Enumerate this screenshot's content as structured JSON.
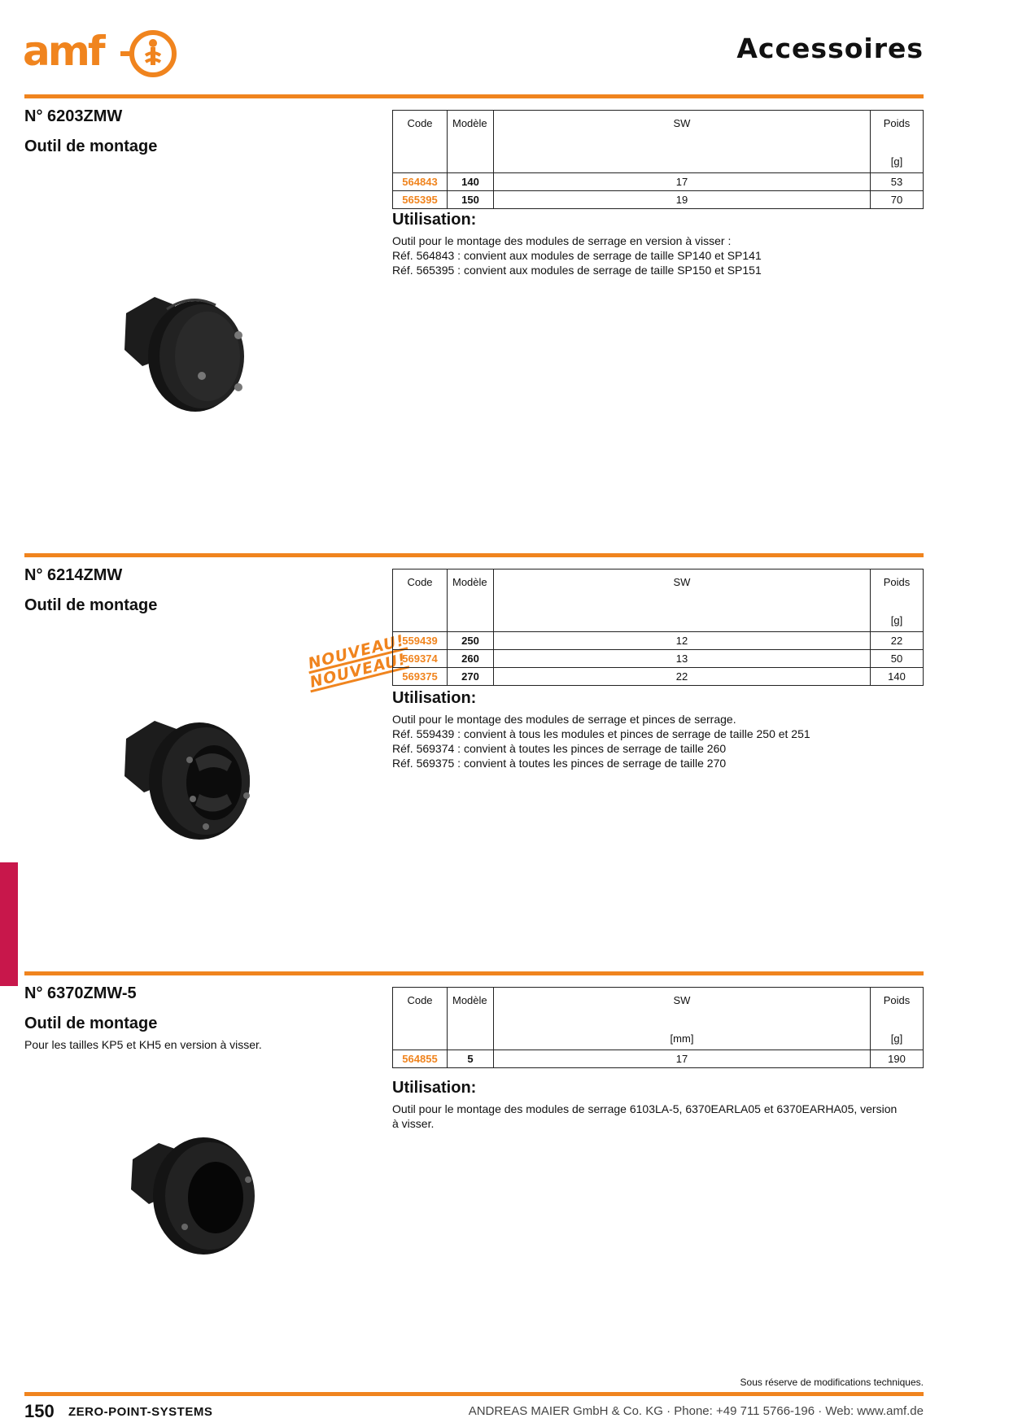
{
  "brand": {
    "name": "amf",
    "color": "#f0841e"
  },
  "page_title": "Accessoires",
  "sections": [
    {
      "number": "N° 6203ZMW",
      "name": "Outil de montage",
      "table": {
        "headers": {
          "code": "Code",
          "model": "Modèle",
          "sw": "SW",
          "sw_unit": "",
          "weight": "Poids",
          "weight_unit": "[g]"
        },
        "rows": [
          {
            "code": "564843",
            "model": "140",
            "sw": "17",
            "weight": "53"
          },
          {
            "code": "565395",
            "model": "150",
            "sw": "19",
            "weight": "70"
          }
        ]
      },
      "utilisation_title": "Utilisation:",
      "utilisation_lines": [
        "Outil pour le montage des modules de serrage en version à visser :",
        "Réf. 564843 : convient aux modules de serrage de taille SP140 et SP141",
        "Réf. 565395 : convient aux modules de serrage de taille SP150 et SP151"
      ]
    },
    {
      "number": "N° 6214ZMW",
      "name": "Outil de montage",
      "badges": [
        "NOUVEAU!",
        "NOUVEAU!"
      ],
      "table": {
        "headers": {
          "code": "Code",
          "model": "Modèle",
          "sw": "SW",
          "sw_unit": "",
          "weight": "Poids",
          "weight_unit": "[g]"
        },
        "rows": [
          {
            "code": "559439",
            "model": "250",
            "sw": "12",
            "weight": "22"
          },
          {
            "code": "569374",
            "model": "260",
            "sw": "13",
            "weight": "50"
          },
          {
            "code": "569375",
            "model": "270",
            "sw": "22",
            "weight": "140"
          }
        ]
      },
      "utilisation_title": "Utilisation:",
      "utilisation_lines": [
        "Outil pour le montage des modules de serrage et pinces de serrage.",
        "Réf. 559439 : convient à tous les modules et pinces de serrage de taille 250 et 251",
        "Réf. 569374 : convient à toutes les pinces de serrage de taille 260",
        "Réf. 569375 : convient à toutes les pinces de serrage de taille 270"
      ]
    },
    {
      "number": "N° 6370ZMW-5",
      "name": "Outil de montage",
      "note": "Pour les tailles KP5 et KH5 en version à visser.",
      "table": {
        "headers": {
          "code": "Code",
          "model": "Modèle",
          "sw": "SW",
          "sw_unit": "[mm]",
          "weight": "Poids",
          "weight_unit": "[g]"
        },
        "rows": [
          {
            "code": "564855",
            "model": "5",
            "sw": "17",
            "weight": "190"
          }
        ]
      },
      "utilisation_title": "Utilisation:",
      "utilisation_lines": [
        "Outil pour le montage des modules de serrage 6103LA-5, 6370EARLA05 et 6370EARHA05, version",
        "à visser."
      ]
    }
  ],
  "footer": {
    "note": "Sous réserve de modifications techniques.",
    "page_number": "150",
    "series": "ZERO-POINT-SYSTEMS",
    "company": "ANDREAS MAIER GmbH & Co. KG · Phone: +49 711 5766-196 · Web: www.amf.de"
  }
}
